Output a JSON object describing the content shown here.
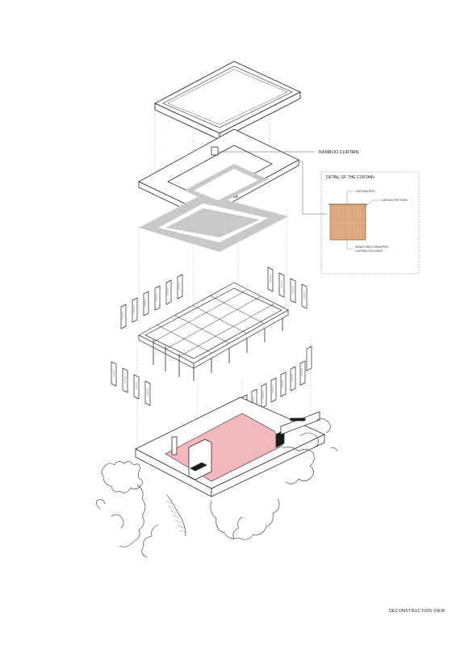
{
  "labels": {
    "bamboo_curtain": "BAMBOO CURTAIN",
    "detail_title": "DETAIL OF THE CURTAIN",
    "curtain_rod": "CURTAIN ROD",
    "curtain_pattern": "CURTAIN PATTERN",
    "curtain_holders_line1": "SEWN LINES WRAPPED",
    "curtain_holders_line2": "CURTAIN HOLDERS",
    "footer": "DECONSTRUCTION VIEW"
  },
  "colors": {
    "line": "#2a2a2a",
    "guide": "#9a9a9a",
    "hatch_grey": "#c8c8c8",
    "floor_pink": "#f2b8bd",
    "curtain_tan": "#e6b48e",
    "curtain_border": "#b07a4a"
  }
}
